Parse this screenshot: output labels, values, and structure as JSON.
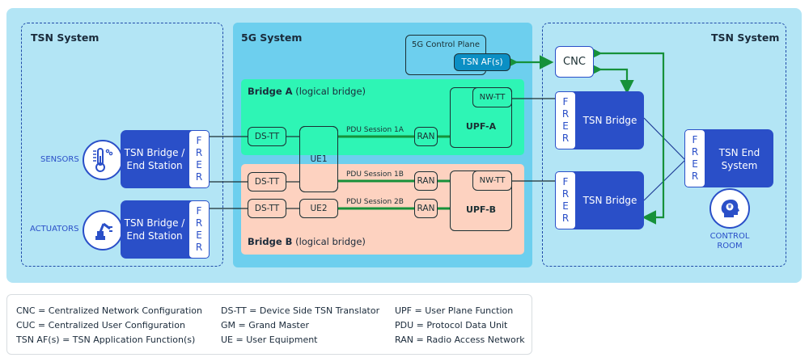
{
  "systems": {
    "tsn_left": {
      "title": "TSN System"
    },
    "g5": {
      "title": "5G System"
    },
    "tsn_right": {
      "title": "TSN System"
    }
  },
  "control_plane": {
    "title": "5G Control Plane",
    "af_label": "TSN AF(s)"
  },
  "cnc": {
    "label": "CNC"
  },
  "bridge_a": {
    "title_bold": "Bridge A",
    "title_rest": " (logical bridge)"
  },
  "bridge_b": {
    "title_bold": "Bridge B",
    "title_rest": " (logical bridge)"
  },
  "left_devices": [
    {
      "label": "SENSORS",
      "icon": "thermometer-icon",
      "box_line1": "TSN Bridge /",
      "box_line2": "End Station",
      "frer": [
        "F",
        "R",
        "E",
        "R"
      ]
    },
    {
      "label": "ACTUATORS",
      "icon": "robot-arm-icon",
      "box_line1": "TSN Bridge /",
      "box_line2": "End Station",
      "frer": [
        "F",
        "R",
        "E",
        "R"
      ]
    }
  ],
  "nodes": {
    "ds_tt_1": "DS-TT",
    "ds_tt_2": "DS-TT",
    "ds_tt_3": "DS-TT",
    "ue1": "UE1",
    "ue2": "UE2",
    "ran_1a": "RAN",
    "ran_1b": "RAN",
    "ran_2b": "RAN",
    "upf_a": "UPF-A",
    "upf_b": "UPF-B",
    "nw_tt_a": "NW-TT",
    "nw_tt_b": "NW-TT"
  },
  "sessions": {
    "s1a": "PDU Session 1A",
    "s1b": "PDU Session 1B",
    "s2b": "PDU Session 2B"
  },
  "right_bridges": [
    {
      "label": "TSN Bridge",
      "frer": [
        "F",
        "R",
        "E",
        "R"
      ]
    },
    {
      "label": "TSN Bridge",
      "frer": [
        "F",
        "R",
        "E",
        "R"
      ]
    }
  ],
  "end_system": {
    "line1": "TSN End",
    "line2": "System",
    "frer": [
      "F",
      "R",
      "E",
      "R"
    ],
    "icon": "head-brain-icon",
    "caption1": "CONTROL",
    "caption2": "ROOM"
  },
  "legend": {
    "col1": [
      "CNC = Centralized Network Configuration",
      "CUC = Centralized User Configuration",
      "TSN AF(s) = TSN Application Function(s)"
    ],
    "col2": [
      "DS-TT = Device Side TSN Translator",
      "GM = Grand Master",
      "UE = User Equipment"
    ],
    "col3": [
      "UPF = User Plane Function",
      "PDU = Protocol Data Unit",
      "RAN = Radio Access Network"
    ]
  },
  "colors": {
    "tsn_blue": "#2a4fc8",
    "bridge_a": "#2ef5b5",
    "bridge_b": "#fdd2c0",
    "g5_bg": "#6dcfee",
    "outer_bg": "#b3e5f5",
    "control_arrow": "#16913a",
    "af_fill": "#0b8fc4"
  }
}
